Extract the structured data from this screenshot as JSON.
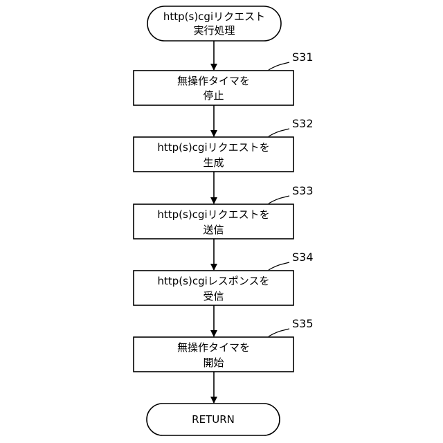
{
  "flowchart": {
    "start": {
      "lines": [
        "http(s)cgiリクエスト",
        "実行処理"
      ]
    },
    "steps": [
      {
        "label": "S31",
        "lines": [
          "無操作タイマを",
          "停止"
        ]
      },
      {
        "label": "S32",
        "lines": [
          "http(s)cgiリクエストを",
          "生成"
        ]
      },
      {
        "label": "S33",
        "lines": [
          "http(s)cgiリクエストを",
          "送信"
        ]
      },
      {
        "label": "S34",
        "lines": [
          "http(s)cgiレスポンスを",
          "受信"
        ]
      },
      {
        "label": "S35",
        "lines": [
          "無操作タイマを",
          "開始"
        ]
      }
    ],
    "end": {
      "lines": [
        "RETURN"
      ]
    }
  },
  "colors": {
    "stroke": "#000000",
    "fill": "#ffffff",
    "text": "#000000"
  }
}
